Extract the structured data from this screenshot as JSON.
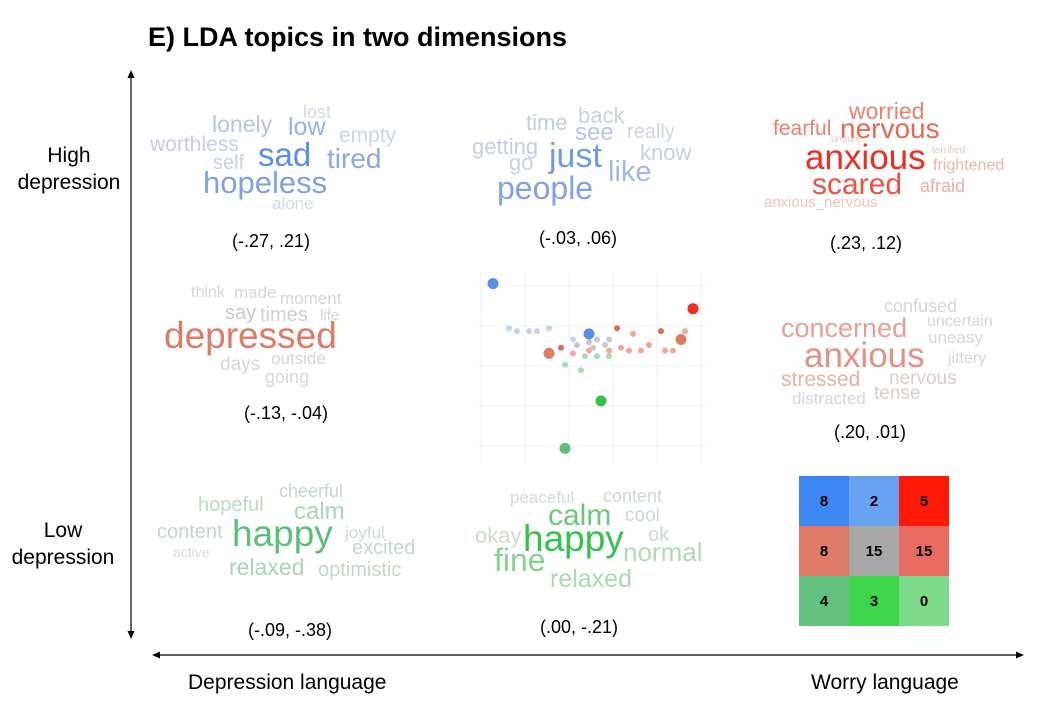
{
  "title": "E) LDA topics in two dimensions",
  "y_axis": {
    "high": [
      "High",
      "depression"
    ],
    "low": [
      "Low",
      "depression"
    ]
  },
  "x_axis": {
    "left": "Depression language",
    "right": "Worry language"
  },
  "colors": {
    "blue": "#5b8fe6",
    "red": "#f22b20",
    "salmon": "#e07a66",
    "green": "#5cbf78"
  },
  "topics": [
    {
      "id": "sad",
      "coord": "(-.27, .21)",
      "words": [
        "lost",
        "lonely",
        "low",
        "empty",
        "worthless",
        "sad",
        "tired",
        "self",
        "hopeless",
        "alone"
      ]
    },
    {
      "id": "people",
      "coord": "(-.03, .06)",
      "words": [
        "time",
        "back",
        "see",
        "really",
        "getting",
        "just",
        "know",
        "go",
        "like",
        "people"
      ]
    },
    {
      "id": "anxious-scared",
      "coord": "(.23, .12)",
      "words": [
        "worried",
        "fearful",
        "nervous",
        "unsure",
        "terrified",
        "anxious",
        "frightened",
        "scared",
        "afraid",
        "anxious_nervous"
      ]
    },
    {
      "id": "depressed",
      "coord": "(-.13, -.04)",
      "words": [
        "think",
        "made",
        "moment",
        "say",
        "times",
        "life",
        "depressed",
        "days",
        "outside",
        "going"
      ]
    },
    {
      "id": "concerned",
      "coord": "(.20, .01)",
      "words": [
        "confused",
        "concerned",
        "uncertain",
        "uneasy",
        "anxious",
        "jittery",
        "stressed",
        "nervous",
        "distracted",
        "tense"
      ]
    },
    {
      "id": "happy",
      "coord": "(-.09, -.38)",
      "words": [
        "cheerful",
        "hopeful",
        "calm",
        "joyful",
        "content",
        "happy",
        "excited",
        "active",
        "relaxed",
        "optimistic"
      ]
    },
    {
      "id": "calm",
      "coord": "(.00, -.21)",
      "words": [
        "peaceful",
        "content",
        "calm",
        "cool",
        "okay",
        "happy",
        "ok",
        "fine",
        "normal",
        "relaxed"
      ]
    }
  ],
  "chart_data": [
    {
      "type": "scatter",
      "title": "",
      "points": [
        {
          "x": -0.27,
          "y": 0.21,
          "color": "#5b8fe6",
          "size": "large"
        },
        {
          "x": -0.23,
          "y": 0.05,
          "color": "#c5d3ef",
          "size": "small"
        },
        {
          "x": -0.21,
          "y": 0.04,
          "color": "#c5d3ef",
          "size": "small"
        },
        {
          "x": -0.18,
          "y": 0.04,
          "color": "#c5d3ef",
          "size": "small"
        },
        {
          "x": -0.16,
          "y": 0.04,
          "color": "#c5d3ef",
          "size": "small"
        },
        {
          "x": -0.13,
          "y": 0.05,
          "color": "#c5d3ef",
          "size": "small"
        },
        {
          "x": -0.03,
          "y": 0.03,
          "color": "#5b8fe6",
          "size": "large"
        },
        {
          "x": -0.07,
          "y": 0.01,
          "color": "#c5d3ef",
          "size": "small"
        },
        {
          "x": 0.23,
          "y": 0.12,
          "color": "#f22b20",
          "size": "large"
        },
        {
          "x": 0.21,
          "y": 0.04,
          "color": "#f0a79d",
          "size": "small"
        },
        {
          "x": 0.2,
          "y": 0.01,
          "color": "#e07a66",
          "size": "large"
        },
        {
          "x": 0.04,
          "y": 0.05,
          "color": "#e06a5e",
          "size": "small"
        },
        {
          "x": 0.08,
          "y": 0.03,
          "color": "#f0a79d",
          "size": "small"
        },
        {
          "x": 0.15,
          "y": 0.04,
          "color": "#e06a5e",
          "size": "small"
        },
        {
          "x": 0.12,
          "y": -0.01,
          "color": "#f0a79d",
          "size": "small"
        },
        {
          "x": 0.16,
          "y": -0.03,
          "color": "#f0a79d",
          "size": "small"
        },
        {
          "x": 0.18,
          "y": -0.03,
          "color": "#f0a79d",
          "size": "small"
        },
        {
          "x": 0.1,
          "y": -0.03,
          "color": "#f0a79d",
          "size": "small"
        },
        {
          "x": 0.07,
          "y": -0.03,
          "color": "#f0a79d",
          "size": "small"
        },
        {
          "x": -0.13,
          "y": -0.04,
          "color": "#e07a66",
          "size": "large"
        },
        {
          "x": -0.1,
          "y": -0.02,
          "color": "#e06a5e",
          "size": "small"
        },
        {
          "x": -0.03,
          "y": -0.03,
          "color": "#f0a79d",
          "size": "small"
        },
        {
          "x": 0.02,
          "y": -0.03,
          "color": "#f0a79d",
          "size": "small"
        },
        {
          "x": 0.05,
          "y": -0.02,
          "color": "#f0a79d",
          "size": "small"
        },
        {
          "x": -0.07,
          "y": -0.04,
          "color": "#f0a79d",
          "size": "small"
        },
        {
          "x": -0.06,
          "y": -0.01,
          "color": "#c8c8c8",
          "size": "small"
        },
        {
          "x": -0.03,
          "y": 0.0,
          "color": "#c8c8c8",
          "size": "small"
        },
        {
          "x": -0.01,
          "y": 0.01,
          "color": "#c8c8c8",
          "size": "small"
        },
        {
          "x": 0.01,
          "y": -0.01,
          "color": "#c8c8c8",
          "size": "small"
        },
        {
          "x": 0.02,
          "y": 0.01,
          "color": "#c8c8c8",
          "size": "small"
        },
        {
          "x": -0.02,
          "y": -0.02,
          "color": "#c8c8c8",
          "size": "small"
        },
        {
          "x": -0.04,
          "y": -0.05,
          "color": "#a8dcb6",
          "size": "small"
        },
        {
          "x": -0.01,
          "y": -0.05,
          "color": "#a8dcb6",
          "size": "small"
        },
        {
          "x": 0.02,
          "y": -0.05,
          "color": "#a8dcb6",
          "size": "small"
        },
        {
          "x": -0.09,
          "y": -0.08,
          "color": "#a8dcb6",
          "size": "small"
        },
        {
          "x": -0.05,
          "y": -0.1,
          "color": "#a8dcb6",
          "size": "small"
        },
        {
          "x": 0.0,
          "y": -0.21,
          "color": "#33c24a",
          "size": "large"
        },
        {
          "x": -0.09,
          "y": -0.38,
          "color": "#5cbf78",
          "size": "large"
        }
      ],
      "xlim": [
        -0.3,
        0.25
      ],
      "ylim": [
        -0.4,
        0.23
      ],
      "grid": true
    },
    {
      "type": "heatmap",
      "title": "",
      "rows": 3,
      "cols": 3,
      "values": [
        [
          8,
          2,
          5
        ],
        [
          8,
          15,
          15
        ],
        [
          4,
          3,
          0
        ]
      ],
      "colors": [
        [
          "#3d87f3",
          "#6aa2f2",
          "#ff1a08"
        ],
        [
          "#de7b67",
          "#a8a8a8",
          "#e86b61"
        ],
        [
          "#62c17f",
          "#3dd64a",
          "#7ddc8c"
        ]
      ]
    }
  ]
}
